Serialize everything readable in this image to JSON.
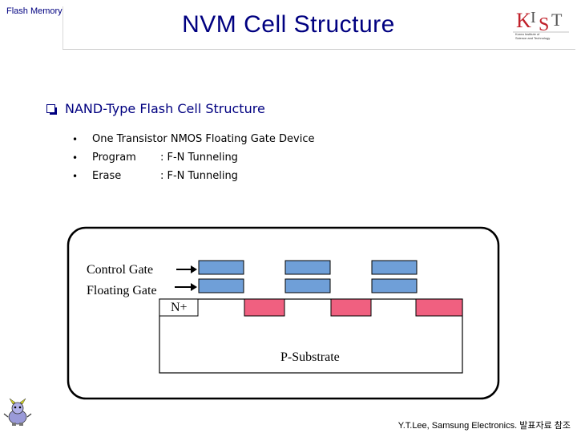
{
  "header": {
    "section": "Flash Memory",
    "title": "NVM Cell Structure"
  },
  "logo": {
    "letters": "KIST",
    "tagline_1": "Korea Institute of",
    "tagline_2": "Science and Technology"
  },
  "section": {
    "title": "NAND-Type Flash Cell Structure"
  },
  "bullets": [
    {
      "label": "One Transistor NMOS Floating Gate Device",
      "value": ""
    },
    {
      "label": "Program",
      "value": ": F-N Tunneling"
    },
    {
      "label": "Erase",
      "value": ": F-N Tunneling"
    }
  ],
  "diagram": {
    "control_gate_label": "Control Gate",
    "floating_gate_label": "Floating Gate",
    "nplus_label": "N+",
    "substrate_label": "P-Substrate",
    "colors": {
      "gate_fill": "#6f9fd8",
      "nplus_fill": "#f06080",
      "outline": "#000000"
    },
    "cell_count": 3,
    "nplus_count": 4
  },
  "footer": {
    "credit": "Y.T.Lee, Samsung Electronics. 발표자료 참조"
  }
}
